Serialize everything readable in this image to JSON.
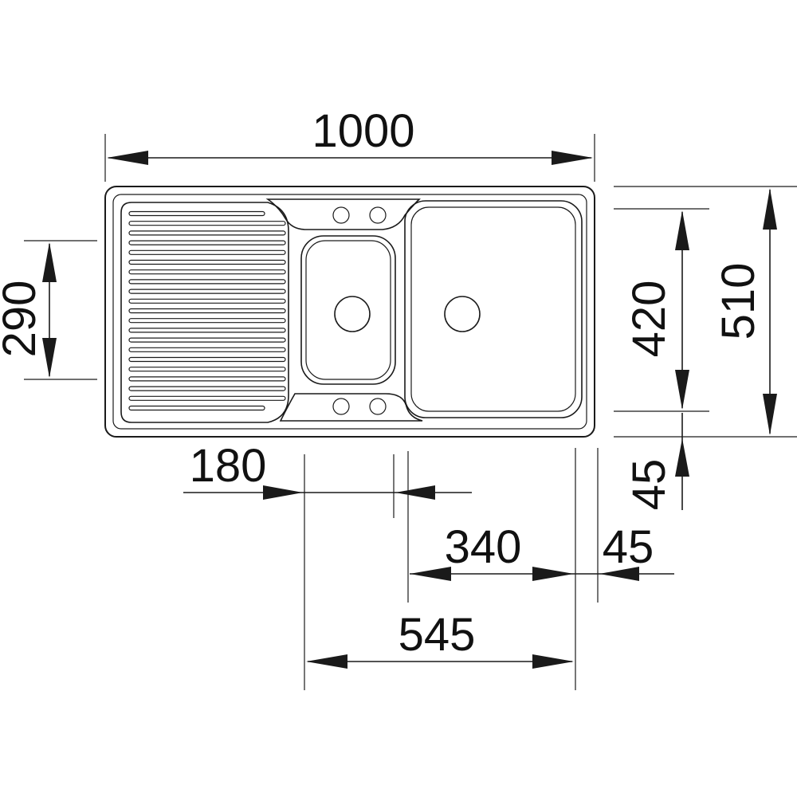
{
  "dimensions": {
    "overall_width": "1000",
    "overall_depth": "510",
    "bowl_depth": "420",
    "edge_front": "45",
    "drainer_depth": "290",
    "small_bowl_width": "180",
    "large_bowl_width": "340",
    "edge_side": "45",
    "bowls_total_width": "545"
  }
}
